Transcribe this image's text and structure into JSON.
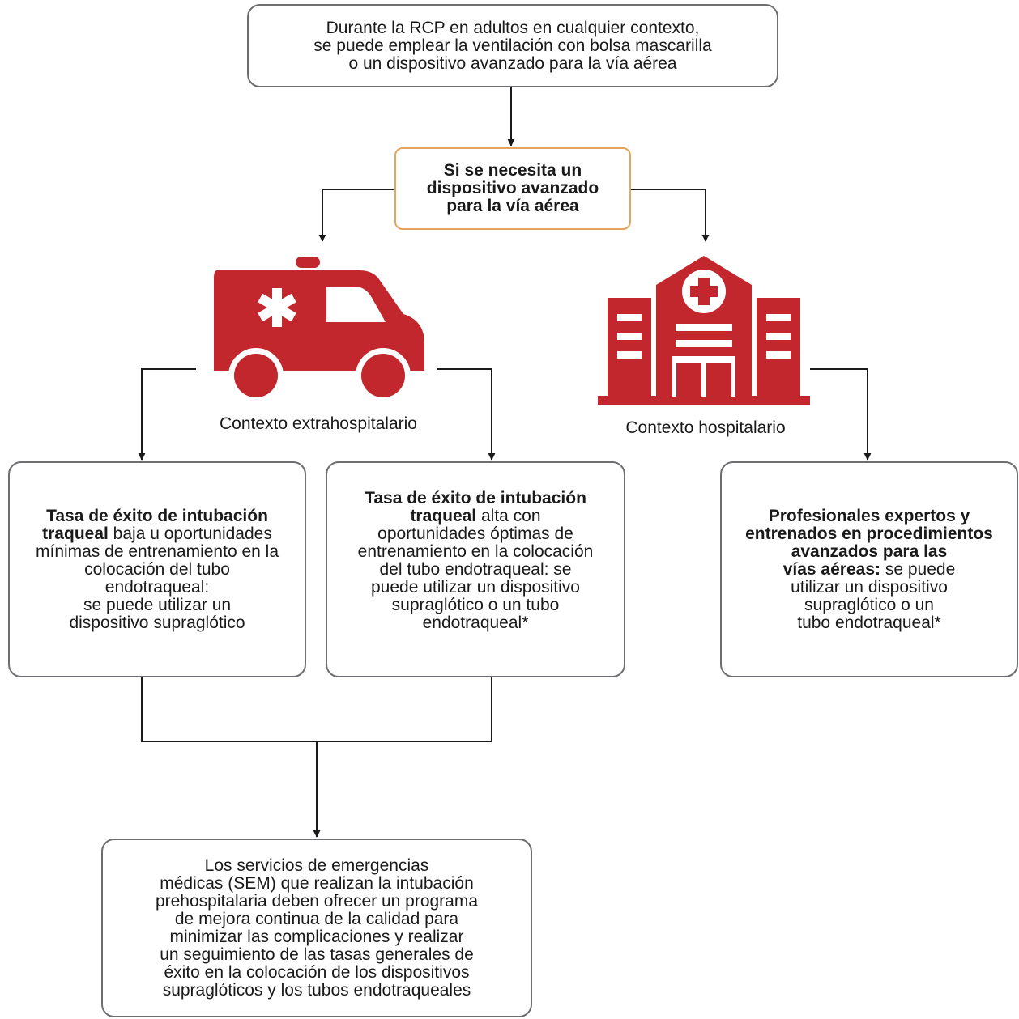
{
  "top_box": {
    "line1": "Durante la RCP en adultos en cualquier contexto,",
    "line2": "se puede emplear la ventilación con bolsa mascarilla",
    "line3": "o un dispositivo avanzado para la vía aérea"
  },
  "decision_box": {
    "line1": "Si se necesita un",
    "line2": "dispositivo avanzado",
    "line3": "para la vía aérea"
  },
  "prehospital": {
    "label": "Contexto extrahospitalario",
    "icon": "ambulance-icon"
  },
  "hospital": {
    "label": "Contexto hospitalario",
    "icon": "hospital-icon"
  },
  "low_success_box": {
    "bold1": "Tasa de éxito de intubación",
    "bold2": "traqueal",
    "text1": " baja u oportunidades",
    "text2": "mínimas de entrenamiento en la",
    "text3": "colocación del tubo",
    "text4": "endotraqueal:",
    "text5": "se puede utilizar un",
    "text6": "dispositivo supraglótico"
  },
  "high_success_box": {
    "bold1": "Tasa de éxito de intubación",
    "bold2": "traqueal",
    "text1": " alta con",
    "text2": "oportunidades óptimas de",
    "text3": "entrenamiento en la colocación",
    "text4": "del tubo endotraqueal: se",
    "text5": "puede utilizar un dispositivo",
    "text6": "supraglótico o un tubo",
    "text7": "endotraqueal*"
  },
  "hospital_box": {
    "bold1": "Profesionales expertos y",
    "bold2": "entrenados en procedimientos",
    "bold3": "avanzados para las",
    "bold4": "vías aéreas:",
    "text1": " se puede",
    "text2": "utilizar un dispositivo",
    "text3": "supraglótico o un",
    "text4": "tubo endotraqueal*"
  },
  "bottom_box": {
    "line1": "Los servicios de emergencias",
    "line2": "médicas (SEM) que realizan la intubación",
    "line3": "prehospitalaria deben ofrecer un programa",
    "line4": "de mejora continua de la calidad para",
    "line5": "minimizar las complicaciones y realizar",
    "line6": "un seguimiento de las tasas generales de",
    "line7": "éxito en la colocación de los dispositivos",
    "line8": "supraglóticos y los tubos endotraqueales"
  },
  "colors": {
    "icon_red": "#c1272d",
    "decision_border": "#e4a45b",
    "box_border": "#6d6e71",
    "connector": "#1a1a1a"
  }
}
